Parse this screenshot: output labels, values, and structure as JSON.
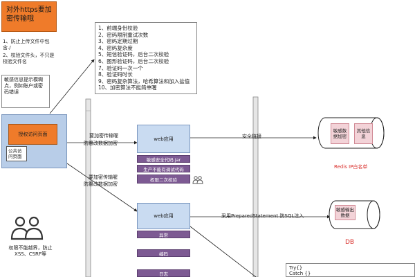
{
  "title": "对外https要加密传输哦",
  "notes": {
    "upload": [
      "1、防止上传文件中包含./",
      "2、校验文件头，不只是校验文件名"
    ],
    "sensitive": "敏感信息提示模糊点，例如账户或密码错误",
    "users": "权限不能越界，防止XSS、CSRF等"
  },
  "checklist": [
    "1、前端身份校验",
    "2、密码限制重试次数",
    "3、密码定期过期",
    "4、密码复杂度",
    "5、短信验证码，后台二次校验",
    "6、图形验证码，后台二次校验",
    "7、验证码一次一个",
    "8、验证码时长",
    "9、密码复杂算法，哈希算法和加入盐值",
    "10、加密算法不能简单喔"
  ],
  "login_page": {
    "auth_label": "授权访问页面",
    "public_label": "公共访问页面"
  },
  "flows": {
    "upper": [
      "要加密传输喔",
      "防篡改数据加密"
    ],
    "lower": [
      "要加密传输喔",
      "防篡改数据加密"
    ],
    "safe_link": "安全链接",
    "prepared": "采用PreparedStatement 防SQL注入"
  },
  "web1": {
    "label": "web应用",
    "bars": [
      "敏感安全代码.jar",
      "生产不能有调试代码",
      "权限二次校验"
    ]
  },
  "web2": {
    "label": "web应用",
    "bars": [
      "异常",
      "编码",
      "日志"
    ]
  },
  "redis": {
    "cells": [
      "敏感数据加密",
      "其他信息"
    ],
    "caption": "Redis IP白名单"
  },
  "db": {
    "cell": "敏感输出数据",
    "caption": "DB"
  },
  "code": [
    "Try{}",
    "Catch {}"
  ],
  "colors": {
    "orange": "#ef7b2a",
    "light_blue": "#c9dbf1",
    "purple": "#7d5a93",
    "pink": "#f3d3d8",
    "red": "#d9302c"
  }
}
